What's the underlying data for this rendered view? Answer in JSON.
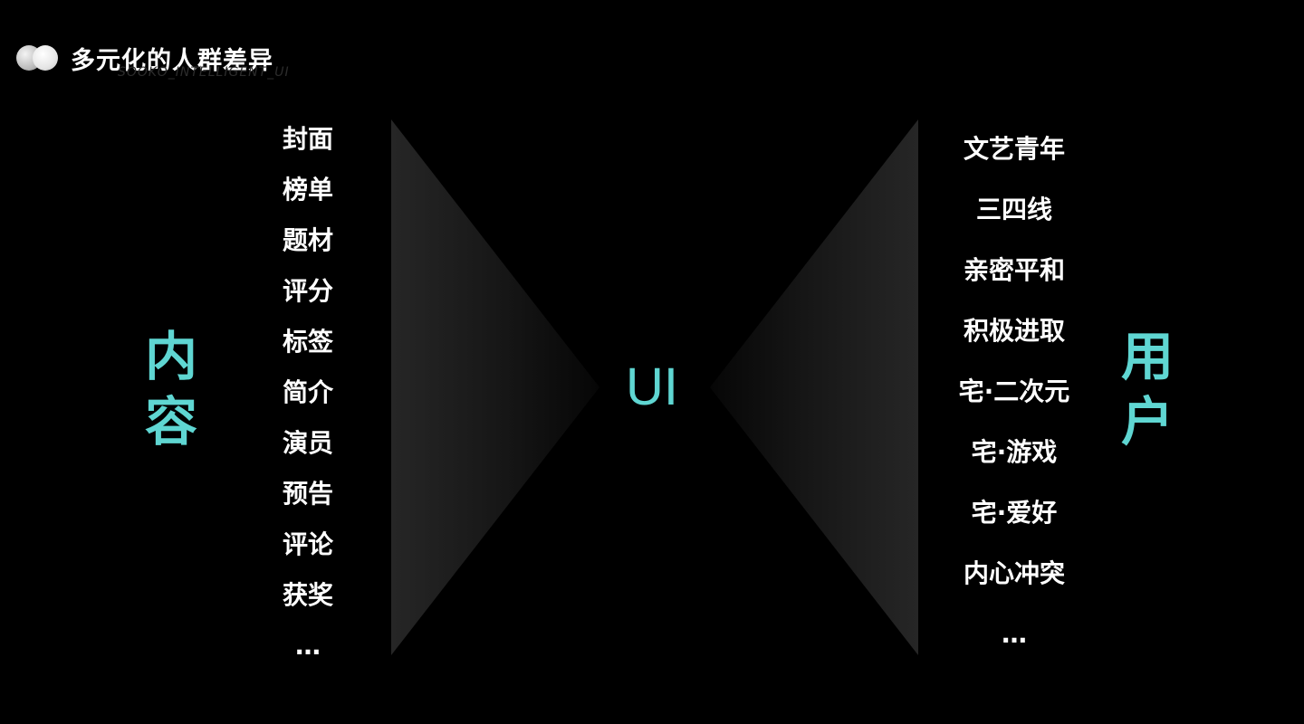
{
  "header": {
    "title": "多元化的人群差异",
    "watermark": "SOOKO_INTELLIGENT_UI"
  },
  "left_panel": {
    "label_chars": [
      "内",
      "容"
    ],
    "items": [
      "封面",
      "榜单",
      "题材",
      "评分",
      "标签",
      "简介",
      "演员",
      "预告",
      "评论",
      "获奖",
      "…"
    ]
  },
  "center": {
    "label": "UI"
  },
  "right_panel": {
    "label_chars": [
      "用",
      "户"
    ],
    "items": [
      "文艺青年",
      "三四线",
      "亲密平和",
      "积极进取",
      "宅·二次元",
      "宅·游戏",
      "宅·爱好",
      "内心冲突",
      "…"
    ]
  },
  "colors": {
    "background": "#000000",
    "accent": "#5fd6d2",
    "text": "#ffffff"
  },
  "icons": {
    "logo": "two-overlapping-circles-logo"
  }
}
